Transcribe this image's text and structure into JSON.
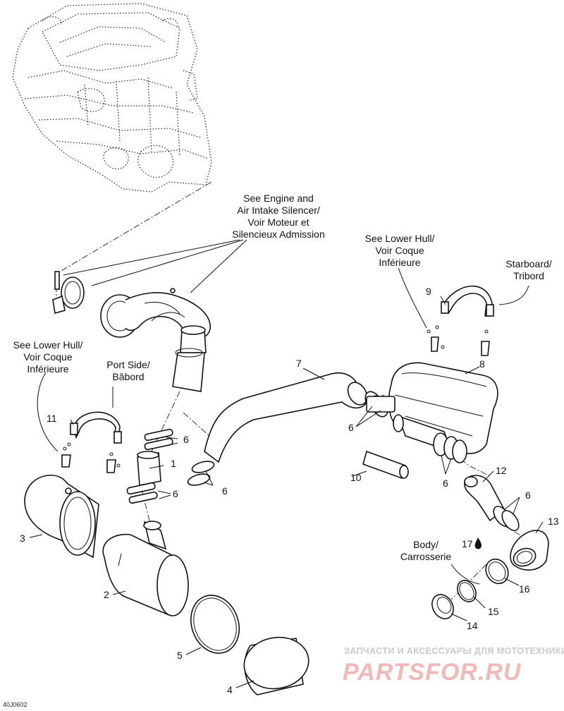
{
  "diagram": {
    "callouts": [
      {
        "id": "engine-intake",
        "lines": [
          "See Engine and",
          "Air Intake Silencer/",
          "Voir Moteur et",
          "Silencieux Admission"
        ]
      },
      {
        "id": "lower-hull-left",
        "lines": [
          "See Lower Hull/",
          "Voir Coque",
          "Inférieure"
        ]
      },
      {
        "id": "lower-hull-right",
        "lines": [
          "See Lower Hull/",
          "Voir Coque",
          "Inférieure"
        ]
      },
      {
        "id": "port-side",
        "lines": [
          "Port Side/",
          "Bâbord"
        ]
      },
      {
        "id": "starboard",
        "lines": [
          "Starboard/",
          "Tribord"
        ]
      },
      {
        "id": "body",
        "lines": [
          "Body/",
          "Carrosserie"
        ]
      }
    ],
    "part_numbers": [
      "1",
      "2",
      "3",
      "4",
      "5",
      "6",
      "6",
      "6",
      "6",
      "6",
      "7",
      "8",
      "9",
      "10",
      "11",
      "12",
      "13",
      "14",
      "15",
      "16",
      "17"
    ],
    "drawing_reference": "40J0602"
  },
  "watermark": {
    "tagline": "ЗАПЧАСТИ И АКСЕССУАРЫ ДЛЯ МОТОТЕХНИКИ",
    "brand": "PARTSFOR.RU",
    "color": "#e23b3b"
  }
}
